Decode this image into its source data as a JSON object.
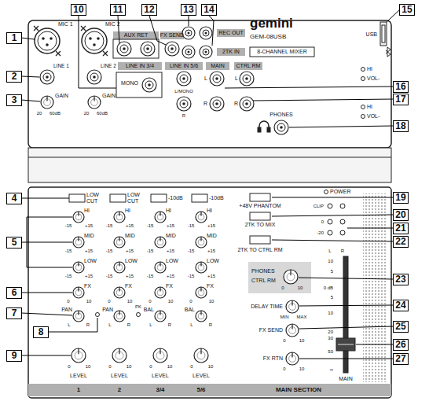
{
  "diagram": {
    "labels": [
      "1",
      "2",
      "3",
      "4",
      "5",
      "6",
      "7",
      "8",
      "9",
      "10",
      "11",
      "12",
      "13",
      "14",
      "15",
      "16",
      "17",
      "18",
      "19",
      "20",
      "21",
      "22",
      "23",
      "24",
      "25",
      "26",
      "27",
      "MIC 1",
      "LINE 1",
      "GAIN",
      "20",
      "60dB",
      "MIC 2",
      "LINE 2",
      "GAIN",
      "20",
      "60dB",
      "AUX RET",
      "FX SEND",
      "LINE IN 3/4",
      "MONO",
      "LINE IN 5/6",
      "L/MONO",
      "R",
      "MAIN",
      "L",
      "R",
      "CTRL RM",
      "L",
      "R",
      "PHONES",
      "REC OUT",
      "2TK IN",
      "gemini",
      "GEM-08USB",
      "8-CHANNEL MIXER",
      "USB",
      "HI",
      "VOL-",
      "HI",
      "VOL-",
      "LOW CUT",
      "HI",
      "-15",
      "+15",
      "MID",
      "-15",
      "+15",
      "LOW",
      "-15",
      "+15",
      "FX",
      "0",
      "10",
      "PAN",
      "L",
      "R",
      "LEVEL",
      "0",
      "10",
      "1",
      "LOW CUT",
      "HI",
      "-15",
      "+15",
      "MID",
      "-15",
      "+15",
      "LOW",
      "-15",
      "+15",
      "FX",
      "0",
      "10",
      "PK",
      "PAN",
      "L",
      "R",
      "LEVEL",
      "0",
      "10",
      "2",
      "-10dB",
      "HI",
      "-15",
      "+15",
      "MID",
      "-15",
      "+15",
      "LOW",
      "-15",
      "+15",
      "FX",
      "0",
      "10",
      "BAL",
      "L",
      "R",
      "LEVEL",
      "0",
      "10",
      "3/4",
      "-10dB",
      "HI",
      "-15",
      "+15",
      "MID",
      "-15",
      "+15",
      "LOW",
      "-15",
      "+15",
      "FX",
      "0",
      "10",
      "BAL",
      "L",
      "R",
      "LEVEL",
      "0",
      "10",
      "5/6",
      "+48V PHANTOM",
      "POWER",
      "CLIP",
      "0",
      "-20",
      "L",
      "R",
      "2TK TO MIX",
      "2TK TO CTRL RM",
      "PHONES",
      "CTRL RM",
      "0",
      "10",
      "10",
      "5",
      "0 dB",
      "5",
      "10",
      "20",
      "30",
      "50",
      "∞",
      "MAIN",
      "DELAY TIME",
      "MIN",
      "MAX",
      "FX SEND",
      "0",
      "10",
      "FX RTN",
      "0",
      "10",
      "MAIN SECTION"
    ]
  }
}
